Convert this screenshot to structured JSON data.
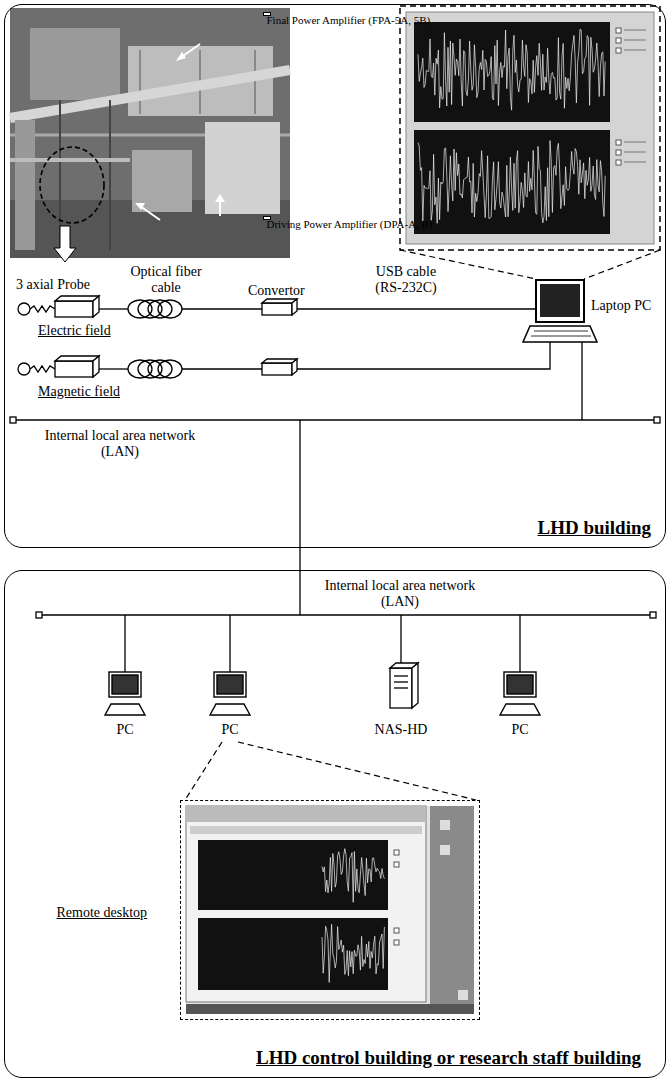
{
  "diagram": {
    "nodes": [
      {
        "text": [
          "LHD building"
        ]
      },
      {
        "text": [
          "Final Power Amplifier (FPA-5A, 5B)"
        ],
        "in": 0
      },
      {
        "text": [
          "Driving Power Amplifier (DPA-A, B)"
        ],
        "in": 0
      },
      {
        "text": [
          "LHD control building or research staff building"
        ]
      },
      {
        "text": [
          "Remote desktop"
        ],
        "in": 3
      }
    ],
    "labels": [
      "3 axial Probe",
      "Optical fiber cable",
      "Convertor",
      "USB cable (RS-232C)",
      "Laptop PC",
      "Electric field",
      "Magnetic field",
      "Internal local area network (LAN)",
      "Internal local area network (LAN)",
      "PC",
      "PC",
      "NAS-HD",
      "PC"
    ]
  }
}
